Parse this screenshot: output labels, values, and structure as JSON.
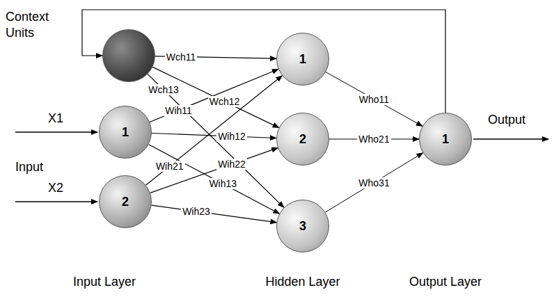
{
  "diagram": {
    "nodes": [
      {
        "text": [
          "Context Units"
        ]
      },
      {
        "text": [
          "1"
        ]
      },
      {
        "text": [
          "2"
        ]
      },
      {
        "text": [
          "1"
        ]
      },
      {
        "text": [
          "2"
        ]
      },
      {
        "text": [
          "3"
        ]
      },
      {
        "text": [
          "1"
        ]
      }
    ],
    "edges": [
      {
        "from": 0,
        "to": 3,
        "label": "Wch11",
        "arrow": "to"
      },
      {
        "from": 0,
        "to": 4,
        "label": "Wch12",
        "arrow": "to"
      },
      {
        "from": 0,
        "to": 5,
        "label": "Wch13",
        "arrow": "to"
      },
      {
        "from": 1,
        "to": 3,
        "label": "Wih11",
        "arrow": "to"
      },
      {
        "from": 1,
        "to": 4,
        "label": "Wih12",
        "arrow": "to"
      },
      {
        "from": 1,
        "to": 5,
        "label": "Wih13",
        "arrow": "to"
      },
      {
        "from": 2,
        "to": 3,
        "label": "Wih21",
        "arrow": "to"
      },
      {
        "from": 2,
        "to": 4,
        "label": "Wih22",
        "arrow": "to"
      },
      {
        "from": 2,
        "to": 5,
        "label": "Wih23",
        "arrow": "to"
      },
      {
        "from": 3,
        "to": 6,
        "label": "Who11",
        "arrow": "to"
      },
      {
        "from": 4,
        "to": 6,
        "label": "Who21",
        "arrow": "to"
      },
      {
        "from": 5,
        "to": 6,
        "label": "Who31",
        "arrow": "to"
      },
      {
        "from": 6,
        "to": 0,
        "arrow": "to"
      }
    ],
    "labels": [
      "X1",
      "X2",
      "Input",
      "Output",
      "Input Layer",
      "Hidden Layer",
      "Output Layer"
    ]
  }
}
